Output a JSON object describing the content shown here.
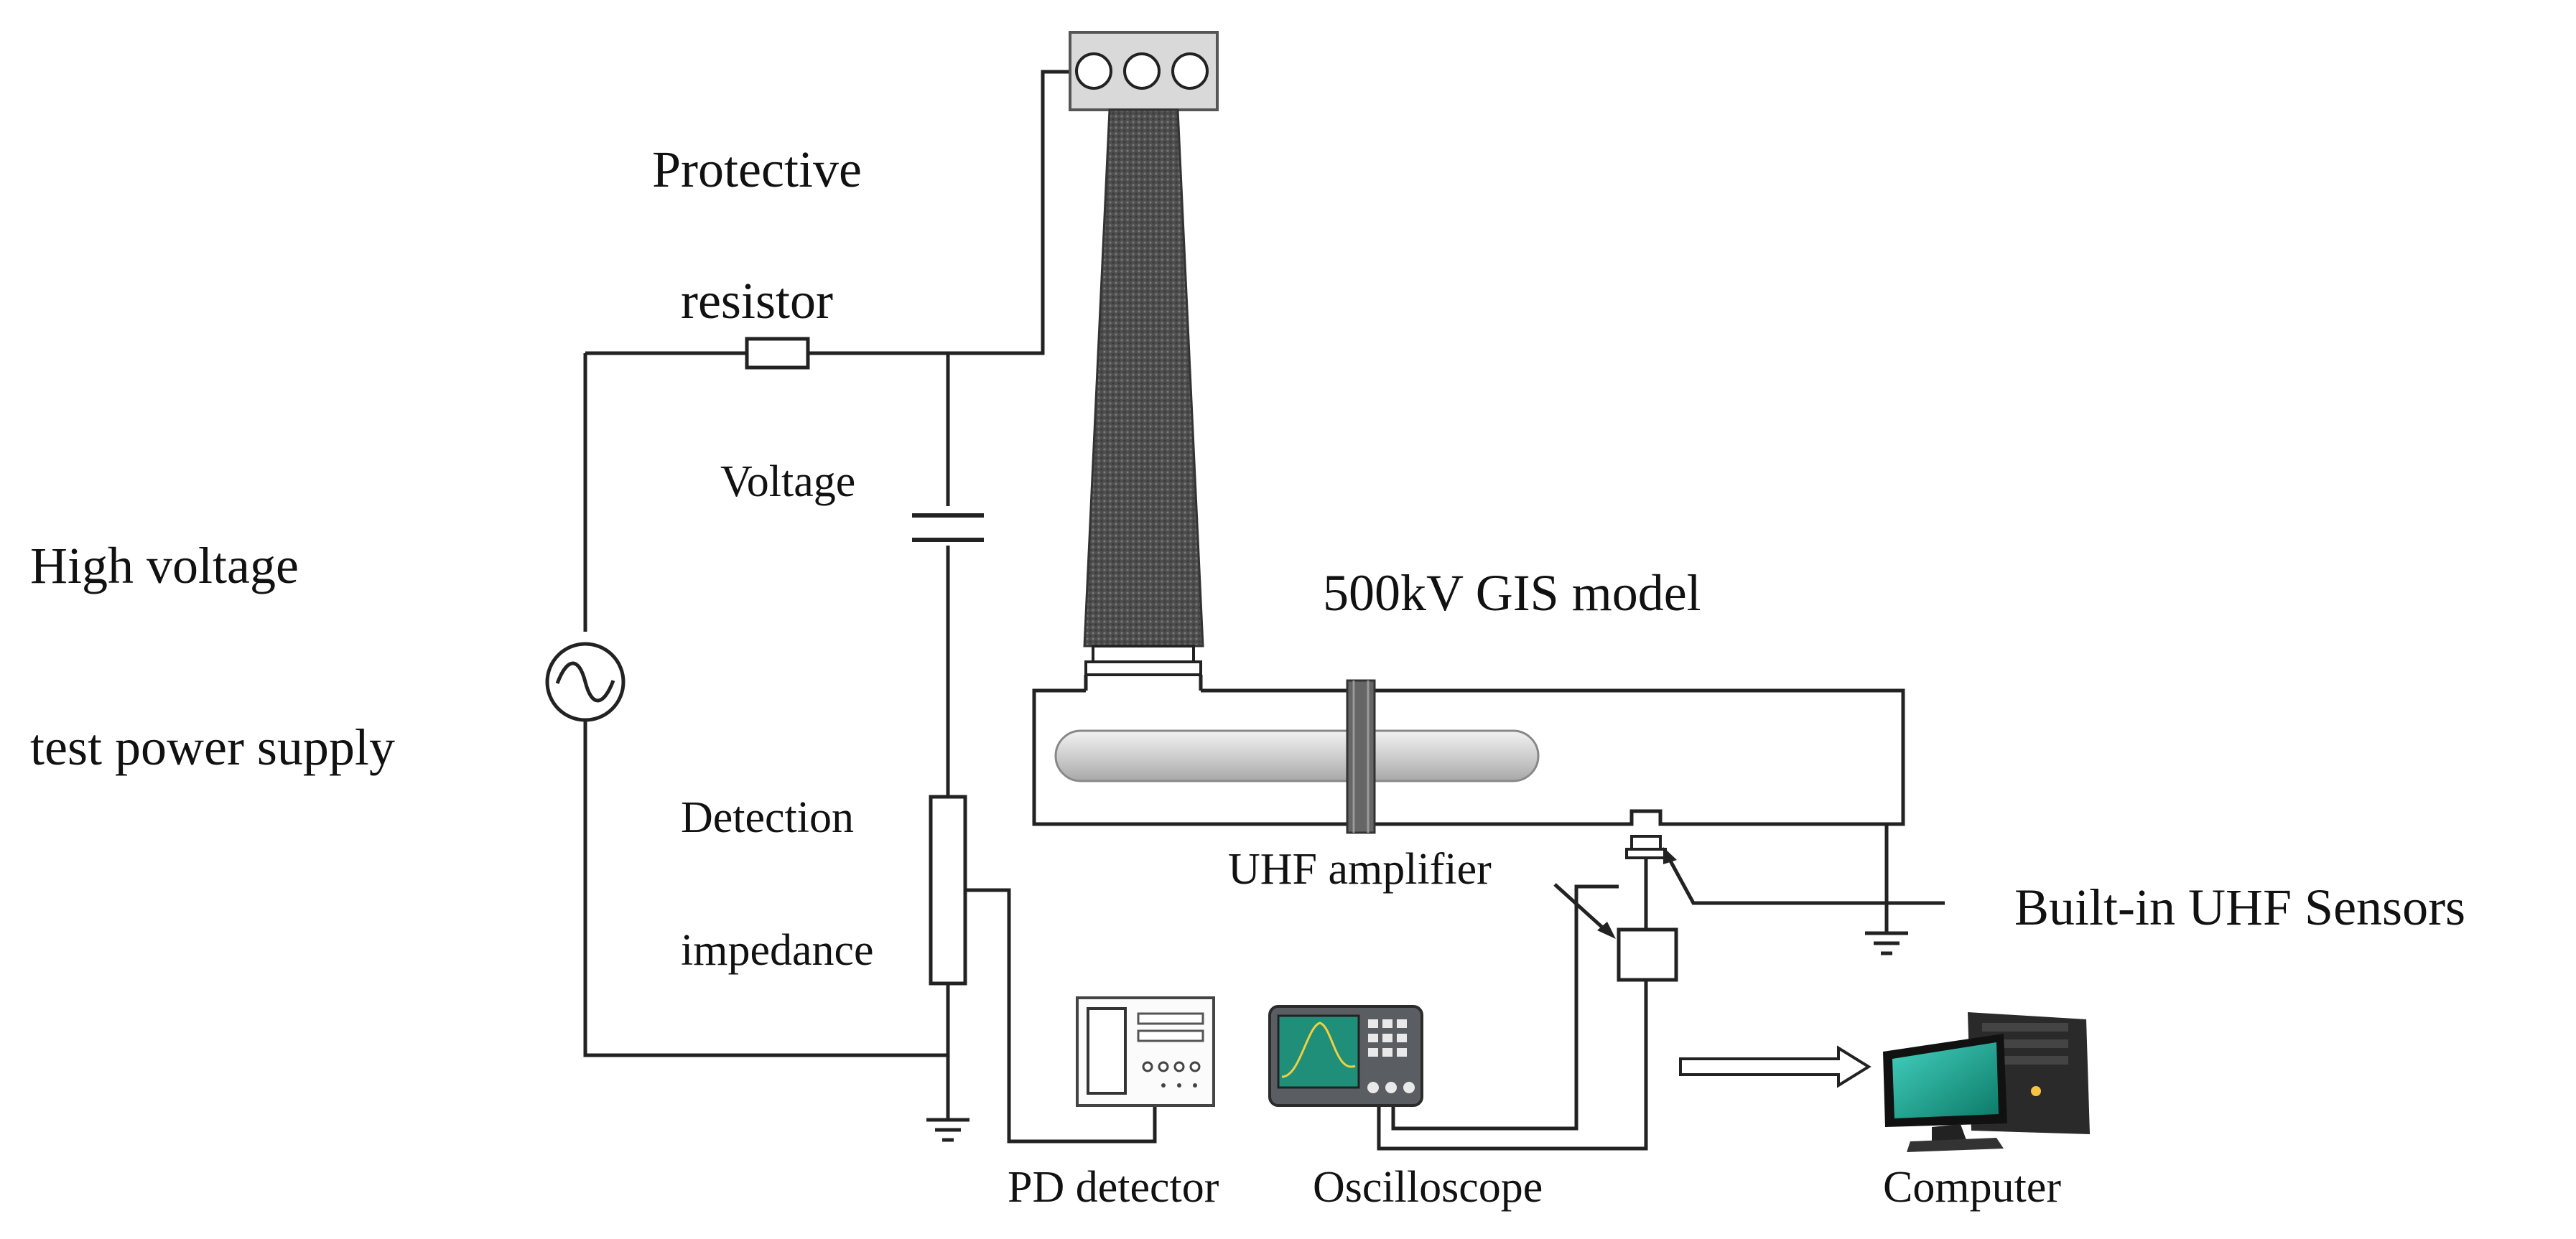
{
  "labels": {
    "protective_resistor_line1": "Protective",
    "protective_resistor_line2": "resistor",
    "voltage": "Voltage",
    "hv_supply_line1": "High voltage",
    "hv_supply_line2": "test power supply",
    "gis_model": "500kV GIS model",
    "detection_impedance_line1": "Detection",
    "detection_impedance_line2": "impedance",
    "uhf_amplifier": "UHF amplifier",
    "uhf_sensors": "Built-in UHF Sensors",
    "pd_detector": "PD detector",
    "oscilloscope": "Oscilloscope",
    "computer": "Computer"
  },
  "colors": {
    "wire": "#222222",
    "bushing": "#5a5a5a",
    "enclosure_fill": "#ffffff",
    "conductor": "#d8d8d8",
    "screen_green": "#1f8f7a",
    "monitor_screen": "#18a88a"
  },
  "icons": [
    "ac-source-icon",
    "ground-icon",
    "resistor-icon",
    "capacitor-icon",
    "pd-detector-icon",
    "oscilloscope-icon",
    "computer-icon",
    "arrow-right-icon"
  ]
}
